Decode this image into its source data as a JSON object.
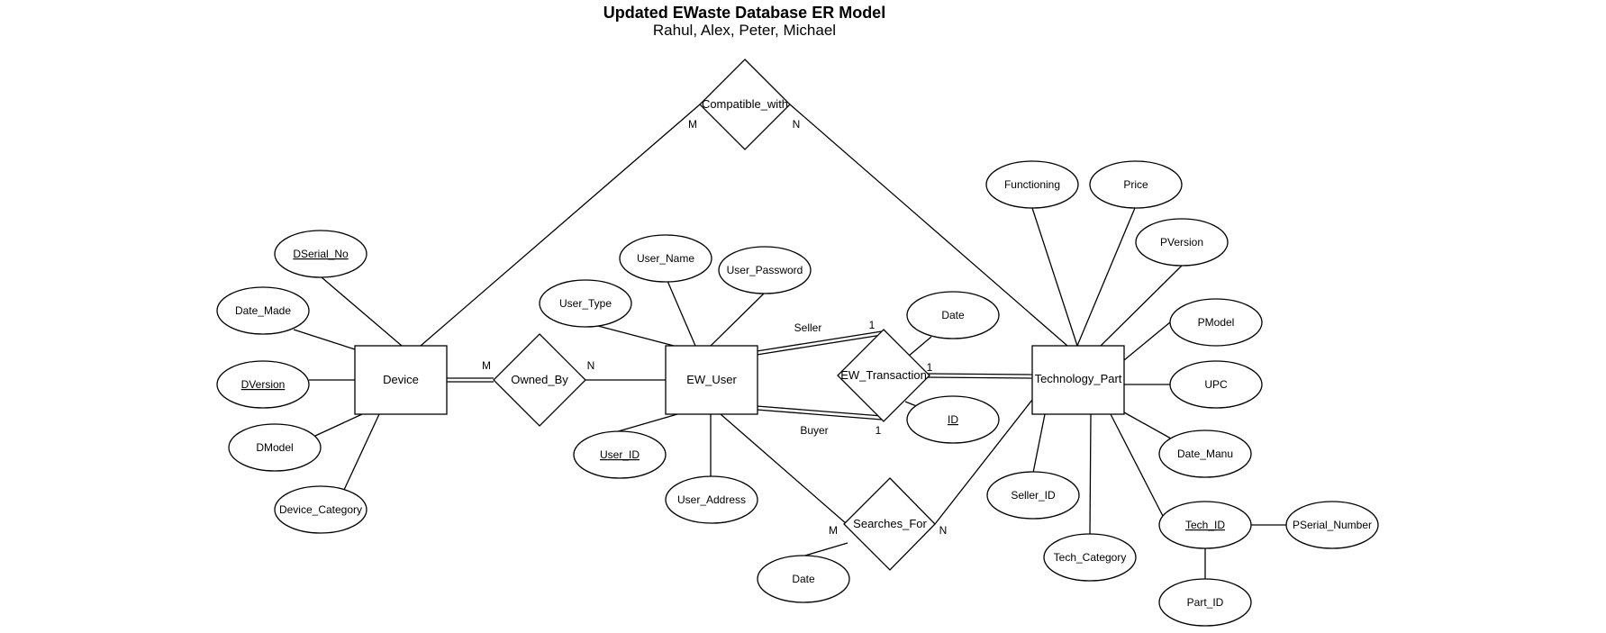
{
  "header": {
    "title": "Updated EWaste Database ER Model",
    "subtitle": "Rahul, Alex, Peter, Michael"
  },
  "entities": [
    {
      "id": "device",
      "label": "Device"
    },
    {
      "id": "ew_user",
      "label": "EW_User"
    },
    {
      "id": "technology_part",
      "label": "Technology_Part"
    }
  ],
  "relationships": [
    {
      "id": "compatible_with",
      "label": "Compatible_with"
    },
    {
      "id": "owned_by",
      "label": "Owned_By"
    },
    {
      "id": "ew_transaction",
      "label": "EW_Transaction"
    },
    {
      "id": "searches_for",
      "label": "Searches_For"
    }
  ],
  "attributes": [
    {
      "id": "dserial_no",
      "label": "DSerial_No",
      "key": true
    },
    {
      "id": "date_made",
      "label": "Date_Made",
      "key": false
    },
    {
      "id": "dversion",
      "label": "DVersion",
      "key": true
    },
    {
      "id": "dmodel",
      "label": "DModel",
      "key": false
    },
    {
      "id": "device_category",
      "label": "Device_Category",
      "key": false
    },
    {
      "id": "user_name",
      "label": "User_Name",
      "key": false
    },
    {
      "id": "user_password",
      "label": "User_Password",
      "key": false
    },
    {
      "id": "user_type",
      "label": "User_Type",
      "key": false
    },
    {
      "id": "user_id",
      "label": "User_ID",
      "key": true
    },
    {
      "id": "user_address",
      "label": "User_Address",
      "key": false
    },
    {
      "id": "trans_date",
      "label": "Date",
      "key": false
    },
    {
      "id": "trans_id",
      "label": "ID",
      "key": true
    },
    {
      "id": "search_date",
      "label": "Date",
      "key": false
    },
    {
      "id": "functioning",
      "label": "Functioning",
      "key": false
    },
    {
      "id": "price",
      "label": "Price",
      "key": false
    },
    {
      "id": "pversion",
      "label": "PVersion",
      "key": false
    },
    {
      "id": "pmodel",
      "label": "PModel",
      "key": false
    },
    {
      "id": "upc",
      "label": "UPC",
      "key": false
    },
    {
      "id": "date_manu",
      "label": "Date_Manu",
      "key": false
    },
    {
      "id": "seller_id",
      "label": "Seller_ID",
      "key": false
    },
    {
      "id": "tech_category",
      "label": "Tech_Category",
      "key": false
    },
    {
      "id": "tech_id",
      "label": "Tech_ID",
      "key": true
    },
    {
      "id": "pserial_number",
      "label": "PSerial_Number",
      "key": false
    },
    {
      "id": "part_id",
      "label": "Part_ID",
      "key": false
    }
  ],
  "edge_labels": {
    "compat_m": "M",
    "compat_n": "N",
    "owned_m": "M",
    "owned_n": "N",
    "seller": "Seller",
    "seller_card": "1",
    "buyer": "Buyer",
    "buyer_card": "1",
    "trans_tech_card": "1",
    "search_m": "M",
    "search_n": "N"
  },
  "colors": {
    "stroke": "#000000",
    "fill": "#ffffff"
  }
}
